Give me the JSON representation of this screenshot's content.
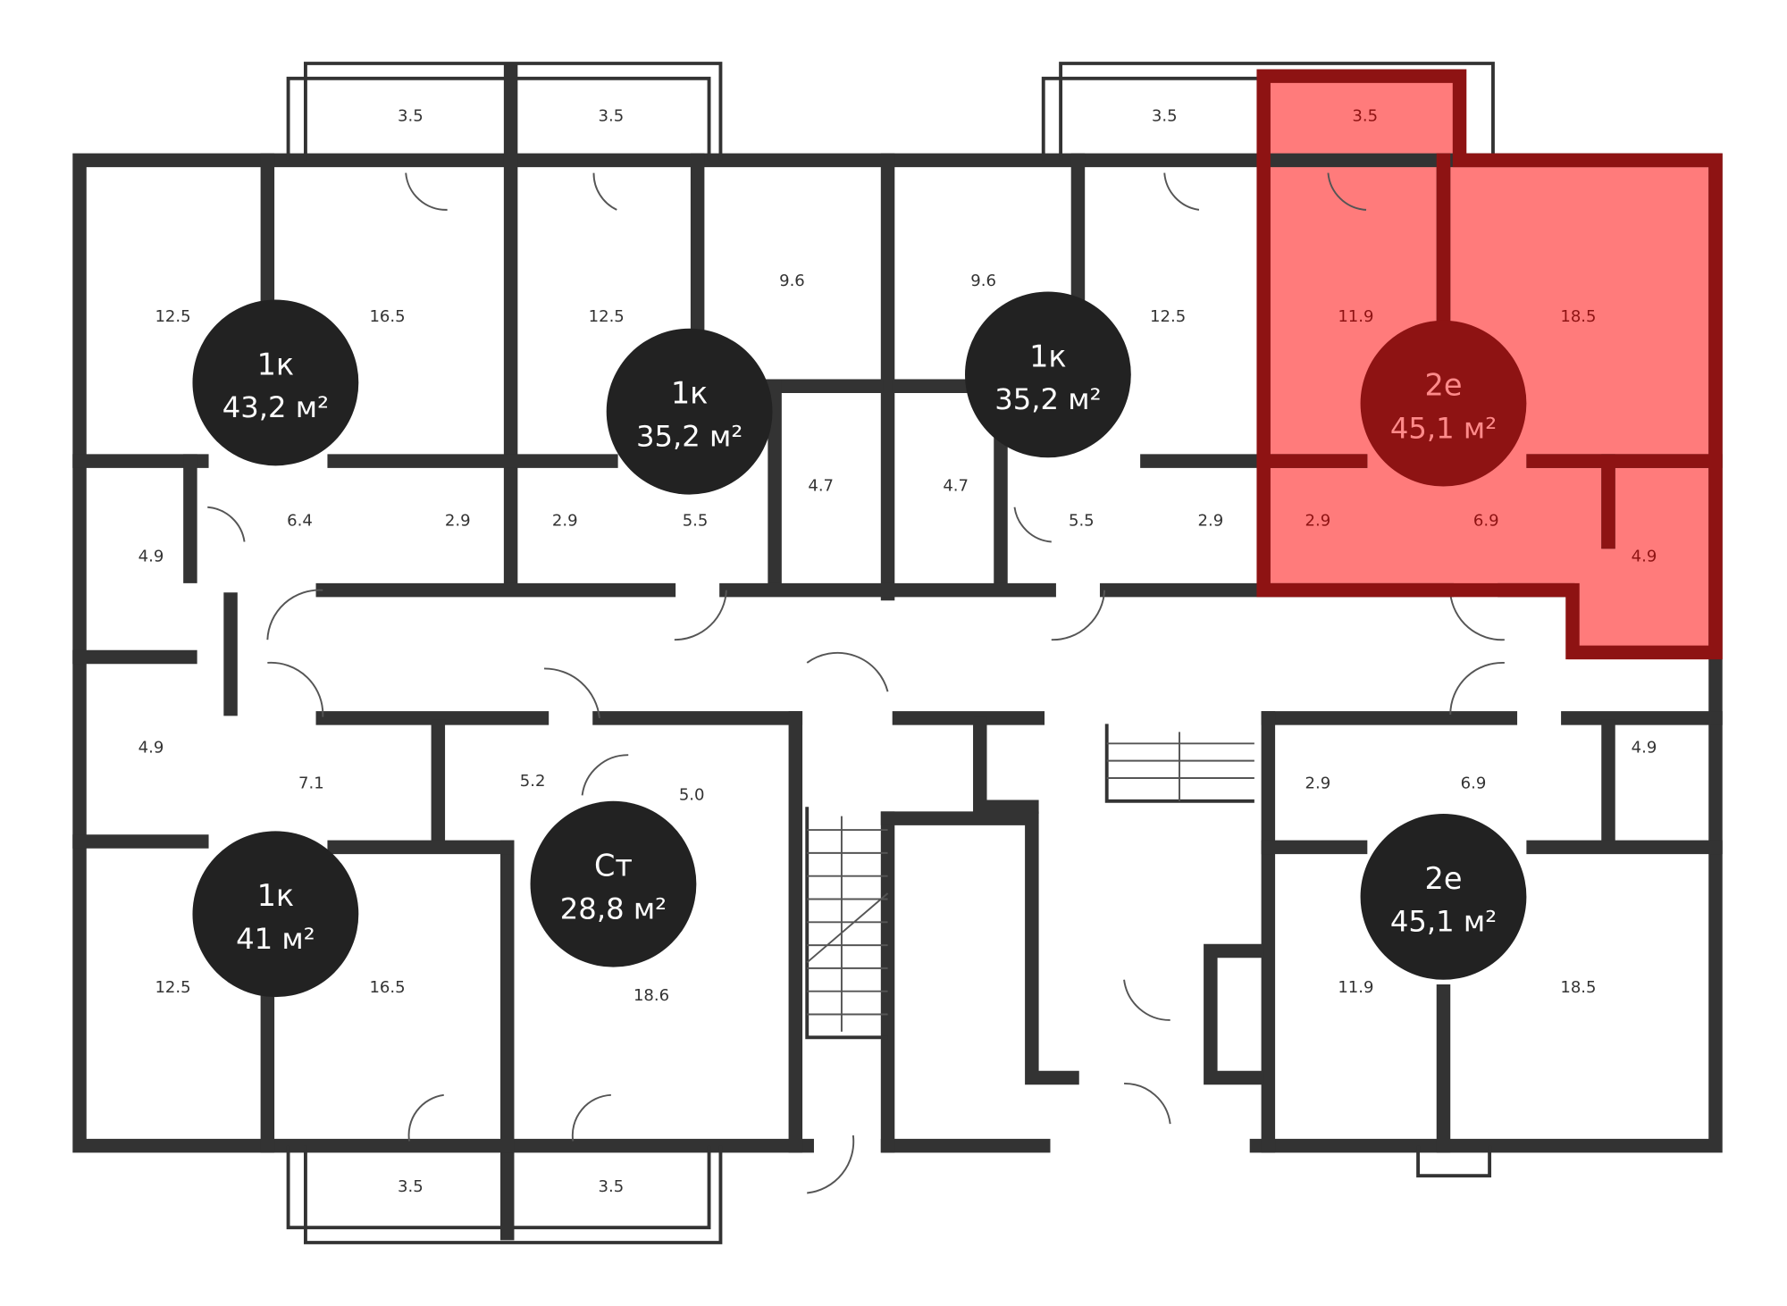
{
  "palette": {
    "wall": "#333333",
    "highlight_fill": "#ff7b7b",
    "highlight_wall": "#8e1313",
    "badge": "#222222"
  },
  "apartments": [
    {
      "type": "1к",
      "area": "43,2 м²"
    },
    {
      "type": "1к",
      "area": "35,2 м²"
    },
    {
      "type": "1к",
      "area": "35,2 м²"
    },
    {
      "type": "2е",
      "area": "45,1 м²",
      "selected": true
    },
    {
      "type": "1к",
      "area": "41 м²"
    },
    {
      "type": "Ст",
      "area": "28,8 м²"
    },
    {
      "type": "2е",
      "area": "45,1 м²"
    }
  ],
  "rooms": [
    "3.5",
    "3.5",
    "3.5",
    "3.5",
    "12.5",
    "16.5",
    "12.5",
    "9.6",
    "9.6",
    "12.5",
    "11.9",
    "18.5",
    "4.9",
    "6.4",
    "2.9",
    "2.9",
    "5.5",
    "4.7",
    "4.7",
    "5.5",
    "2.9",
    "2.9",
    "6.9",
    "4.9",
    "4.9",
    "7.1",
    "5.2",
    "5.0",
    "2.9",
    "6.9",
    "4.9",
    "12.5",
    "16.5",
    "18.6",
    "11.9",
    "18.5",
    "3.5",
    "3.5"
  ]
}
